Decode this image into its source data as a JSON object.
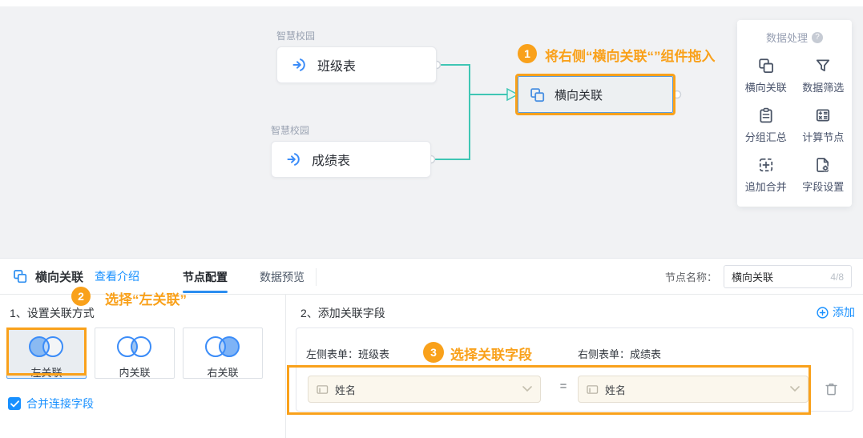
{
  "canvas": {
    "nodes": [
      {
        "group": "智慧校园",
        "label": "班级表",
        "icon": "input-table-icon"
      },
      {
        "group": "智慧校园",
        "label": "成绩表",
        "icon": "input-table-icon"
      }
    ],
    "join_node": {
      "label": "横向关联",
      "icon": "join-icon"
    },
    "annotation_1": {
      "num": "1",
      "text": "将右侧“横向关联“”组件拖入"
    }
  },
  "palette": {
    "title": "数据处理",
    "help_icon": "?",
    "tools": [
      {
        "label": "横向关联",
        "icon": "join-icon"
      },
      {
        "label": "数据筛选",
        "icon": "filter-icon"
      },
      {
        "label": "分组汇总",
        "icon": "group-summary-icon"
      },
      {
        "label": "计算节点",
        "icon": "calc-node-icon"
      },
      {
        "label": "追加合并",
        "icon": "append-merge-icon"
      },
      {
        "label": "字段设置",
        "icon": "field-settings-icon"
      }
    ]
  },
  "panel": {
    "title": "横向关联",
    "intro_link": "查看介绍",
    "tabs": [
      {
        "label": "节点配置",
        "active": true
      },
      {
        "label": "数据预览",
        "active": false
      }
    ],
    "node_name": {
      "label": "节点名称：",
      "value": "横向关联",
      "counter": "4/8"
    }
  },
  "join_setup": {
    "annotation_2": {
      "num": "2",
      "text": "选择“左关联”"
    },
    "heading": "1、设置关联方式",
    "options": [
      {
        "label": "左关联",
        "selected": true
      },
      {
        "label": "内关联",
        "selected": false
      },
      {
        "label": "右关联",
        "selected": false
      }
    ],
    "merge_checkbox_label": "合并连接字段"
  },
  "join_fields": {
    "heading": "2、添加关联字段",
    "add_label": "添加",
    "annotation_3": {
      "num": "3",
      "text": "选择关联字段"
    },
    "left_form_label": "左侧表单：班级表",
    "right_form_label": "右侧表单：成绩表",
    "row": {
      "left_field": "姓名",
      "equals": "=",
      "right_field": "姓名"
    }
  },
  "colors": {
    "accent_blue": "#1890ff",
    "annotation_orange": "#f9a11b",
    "wire_teal": "#3fc6b4",
    "venn_stroke": "#3b8cf8"
  }
}
